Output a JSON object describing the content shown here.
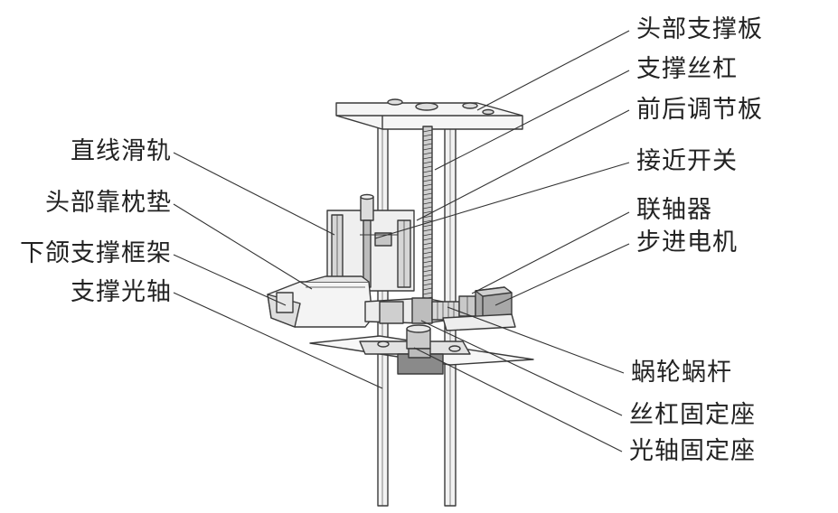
{
  "diagram": {
    "line_color": "#3a3a3a",
    "fill_light": "#efefef",
    "fill_mid": "#cfcfcf",
    "fill_dark": "#8a8a8a",
    "labels_left": [
      {
        "id": "linear-guide-rail",
        "text": "直线滑轨"
      },
      {
        "id": "head-pillow-pad",
        "text": "头部靠枕垫"
      },
      {
        "id": "chin-support-frame",
        "text": "下颌支撑框架"
      },
      {
        "id": "support-optical-shaft",
        "text": "支撑光轴"
      }
    ],
    "labels_right": [
      {
        "id": "head-support-plate",
        "text": "头部支撑板"
      },
      {
        "id": "support-lead-screw",
        "text": "支撑丝杠"
      },
      {
        "id": "fore-aft-adjust-plate",
        "text": "前后调节板"
      },
      {
        "id": "proximity-switch",
        "text": "接近开关"
      },
      {
        "id": "shaft-coupling",
        "text": "联轴器"
      },
      {
        "id": "stepper-motor",
        "text": "步进电机"
      },
      {
        "id": "worm-gear",
        "text": "蜗轮蜗杆"
      },
      {
        "id": "lead-screw-mount",
        "text": "丝杠固定座"
      },
      {
        "id": "optical-shaft-mount",
        "text": "光轴固定座"
      }
    ]
  }
}
